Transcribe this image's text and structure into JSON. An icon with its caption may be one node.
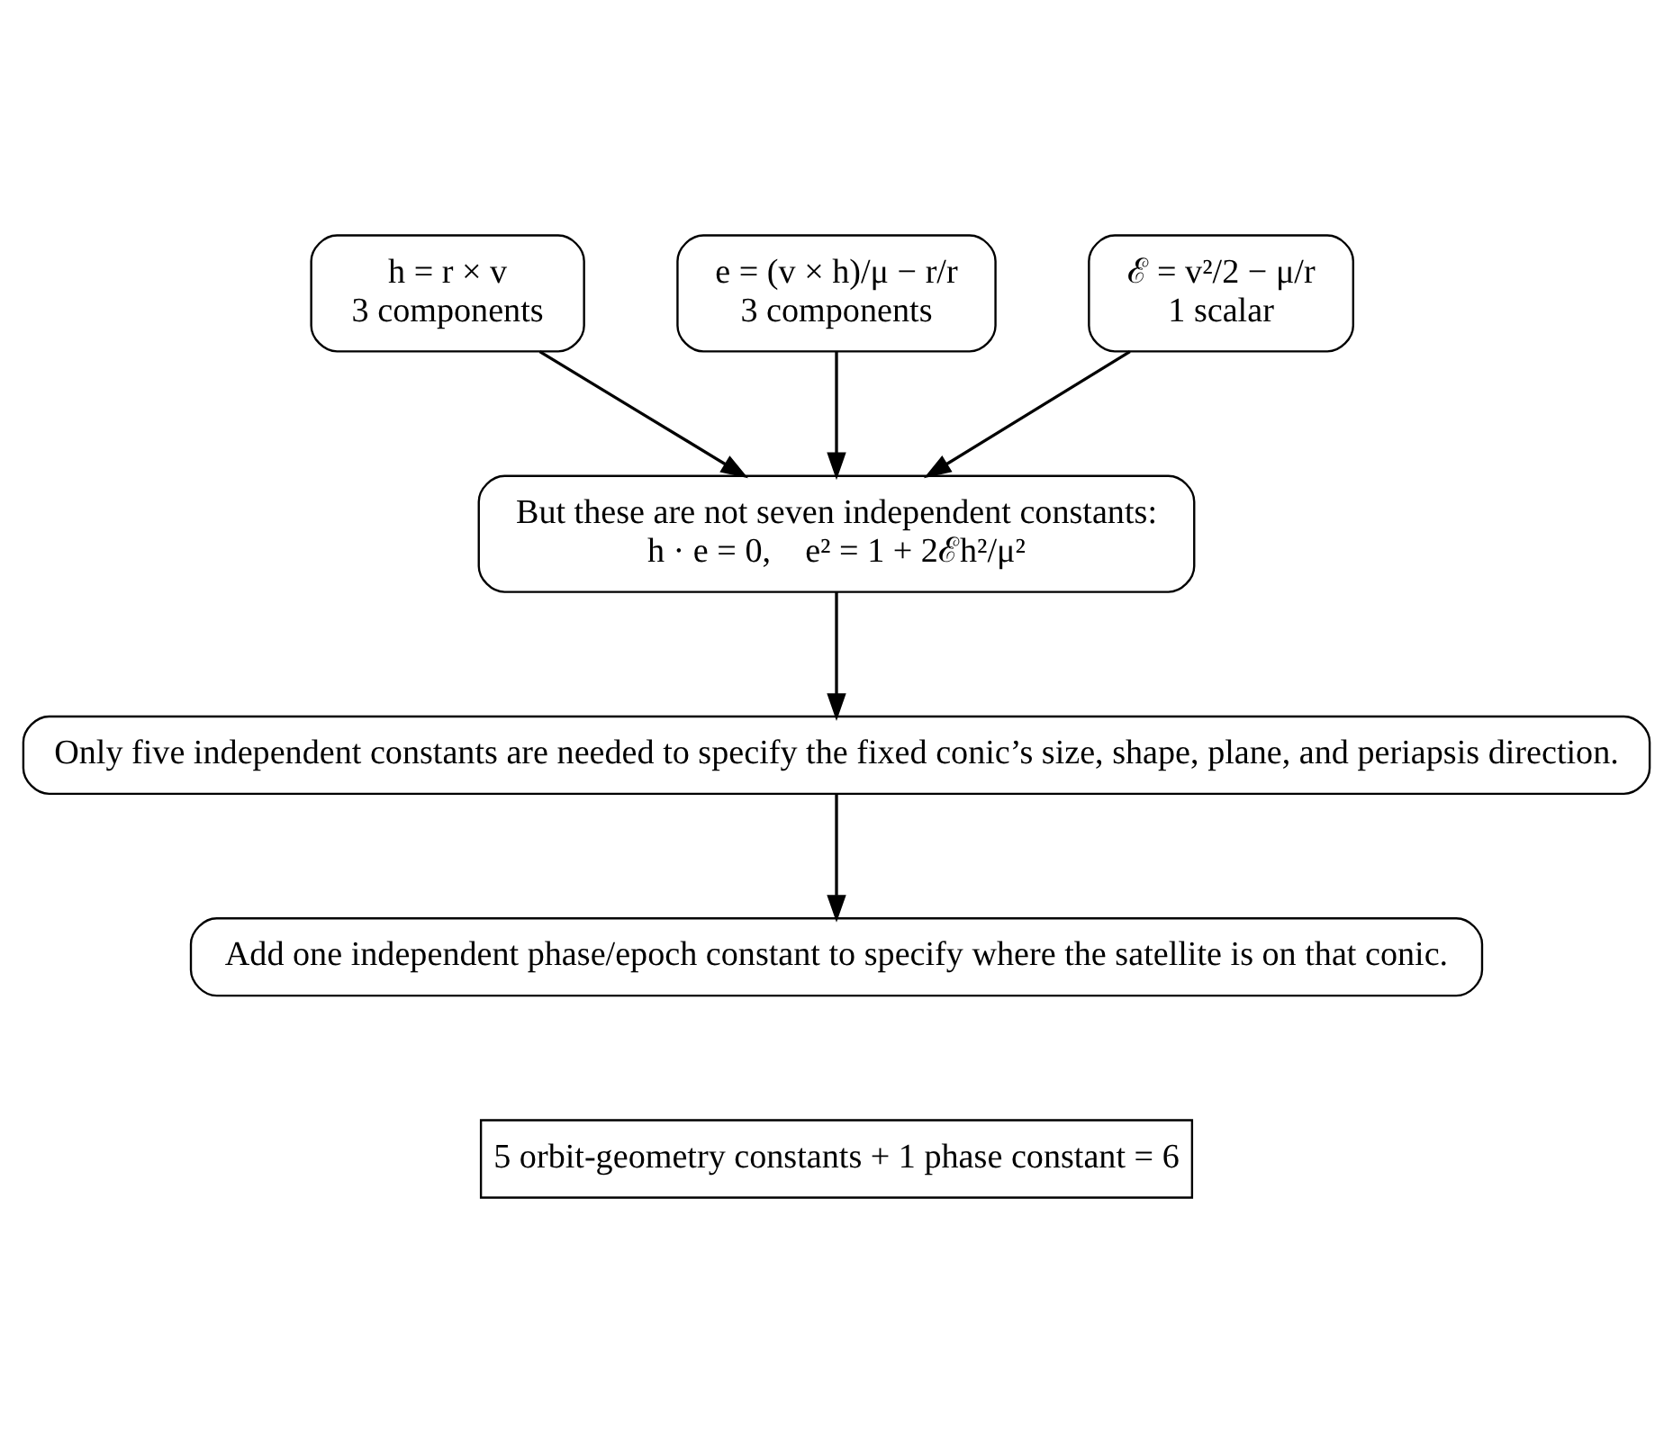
{
  "diagram": {
    "nodes": [
      {
        "text": [
          "h = r × v",
          "3 components"
        ]
      },
      {
        "text": [
          "e = (v × h)/μ − r/r",
          "3 components"
        ]
      },
      {
        "text": [
          "ℰ = v²/2 − μ/r",
          "1 scalar"
        ]
      },
      {
        "text": [
          "But these are not seven independent constants:",
          "h · e = 0,    e² = 1 + 2ℰh²/μ²"
        ]
      },
      {
        "text": [
          "Only five independent constants are needed to specify the fixed conic’s size, shape, plane, and periapsis direction."
        ]
      },
      {
        "text": [
          "Add one independent phase/epoch constant to specify where the satellite is on that conic."
        ]
      },
      {
        "text": [
          "5 orbit-geometry constants + 1 phase constant = 6"
        ]
      }
    ],
    "edges": [
      {
        "from": 0,
        "to": 3,
        "arrow": "to"
      },
      {
        "from": 1,
        "to": 3,
        "arrow": "to"
      },
      {
        "from": 2,
        "to": 3,
        "arrow": "to"
      },
      {
        "from": 3,
        "to": 4,
        "arrow": "to"
      },
      {
        "from": 4,
        "to": 5,
        "arrow": "to"
      }
    ]
  }
}
